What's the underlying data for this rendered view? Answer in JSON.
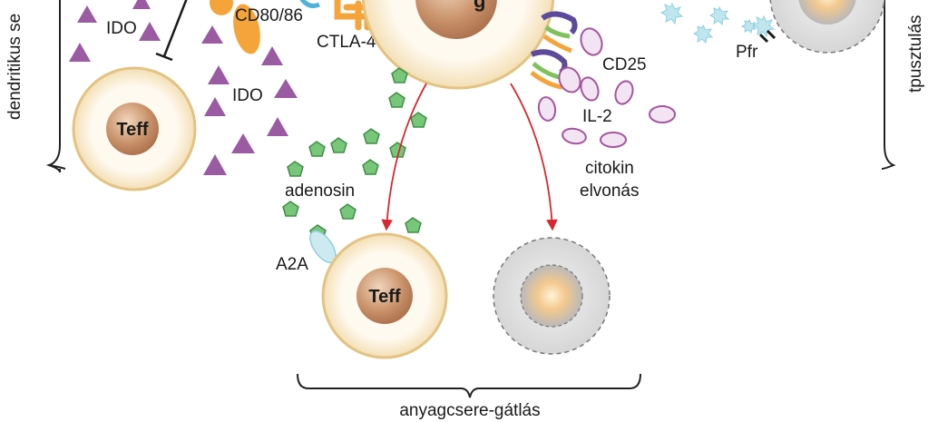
{
  "labels": {
    "side_left": "dendritikus se",
    "side_right": "tpusztulás",
    "ido_1": "IDO",
    "ido_2": "IDO",
    "cd80": "CD80/86",
    "ctla4": "CTLA-4",
    "cd25": "CD25",
    "il2": "IL-2",
    "pfr": "Pfr",
    "adenosin": "adenosin",
    "citokin_1": "citokin",
    "citokin_2": "elvonás",
    "a2a": "A2A",
    "treg_fragment": "g",
    "bottom": "anyagcsere-gátlás"
  },
  "cells": {
    "teff_left": "Teff",
    "teff_bottom": "Teff"
  },
  "colors": {
    "ido_triangle": "#9b5ba3",
    "adenosine": "#6cbd6f",
    "il2": "#e8d4ea",
    "arrow": "#d8282f",
    "cell_membrane": "#e6c98f",
    "cell_nucleus": "#c8956a",
    "dead_cell": "#c8c8c8",
    "perforin": "#aee0ea"
  }
}
